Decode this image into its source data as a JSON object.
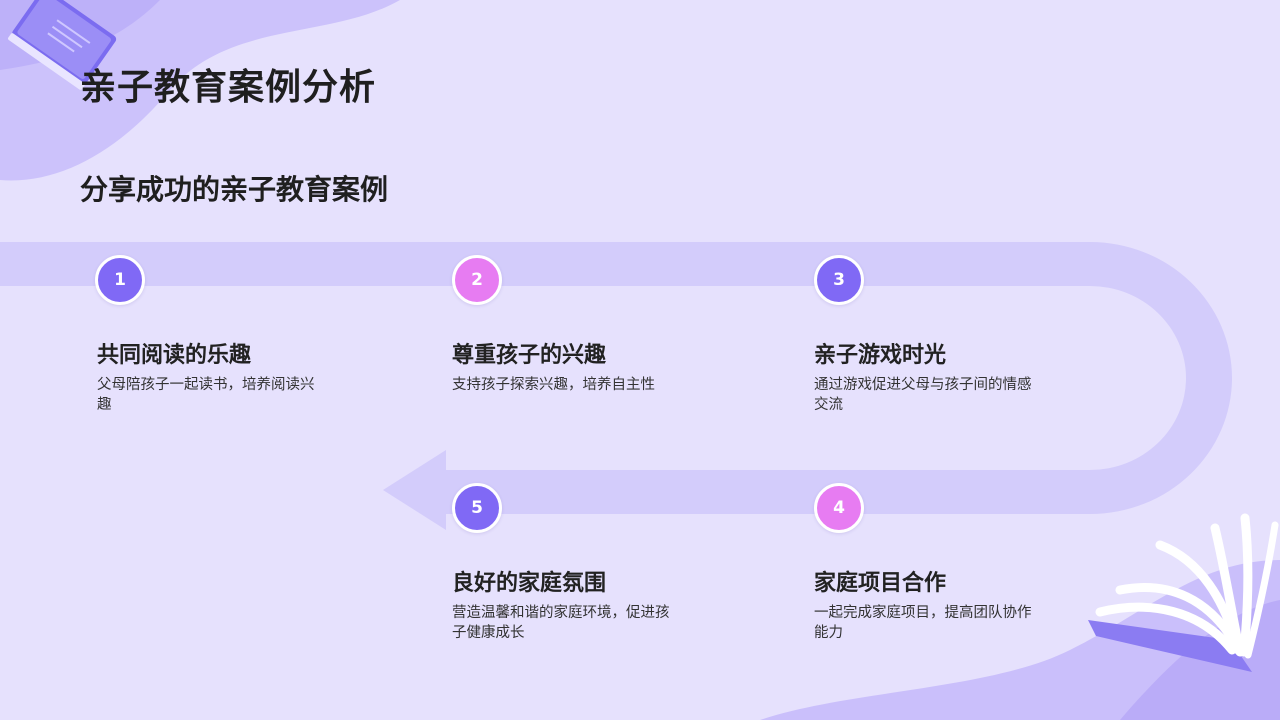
{
  "title": "亲子教育案例分析",
  "subtitle": "分享成功的亲子教育案例",
  "steps": [
    {
      "number": "1",
      "title": "共同阅读的乐趣",
      "desc": "父母陪孩子一起读书，培养阅读兴趣",
      "color": "#8069f5"
    },
    {
      "number": "2",
      "title": "尊重孩子的兴趣",
      "desc": "支持孩子探索兴趣，培养自主性",
      "color": "#e77cf2"
    },
    {
      "number": "3",
      "title": "亲子游戏时光",
      "desc": "通过游戏促进父母与孩子间的情感交流",
      "color": "#8069f5"
    },
    {
      "number": "4",
      "title": "家庭项目合作",
      "desc": "一起完成家庭项目，提高团队协作能力",
      "color": "#e77cf2"
    },
    {
      "number": "5",
      "title": "良好的家庭氛围",
      "desc": "营造温馨和谐的家庭环境，促进孩子健康成长",
      "color": "#8069f5"
    }
  ],
  "decorations": {
    "top_left": "book-icon",
    "bottom_right": "open-book-icon"
  }
}
